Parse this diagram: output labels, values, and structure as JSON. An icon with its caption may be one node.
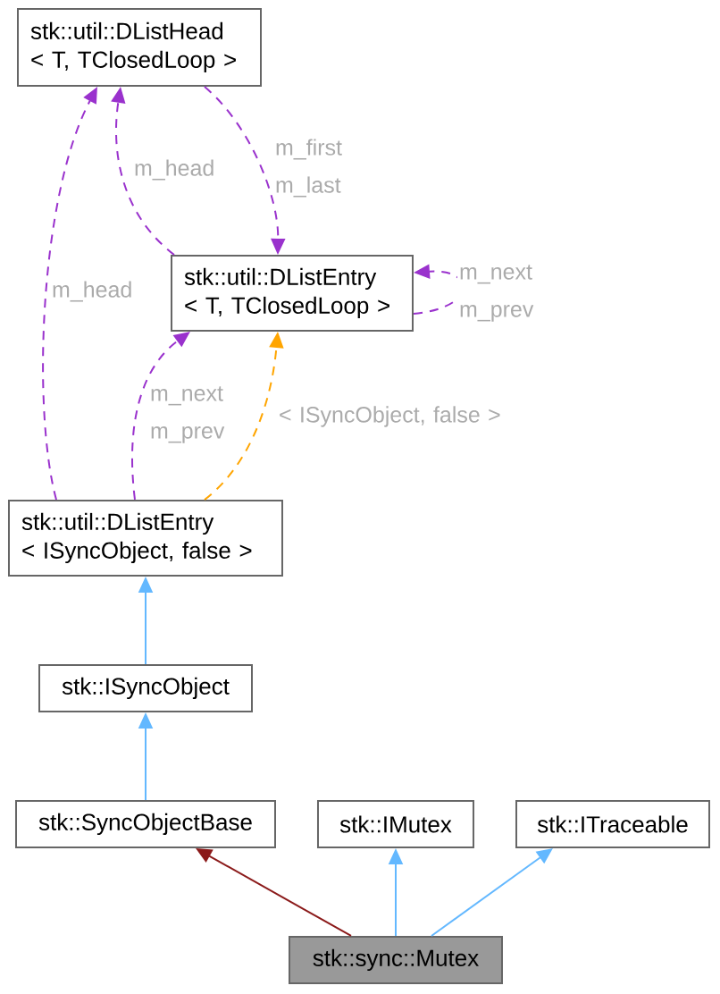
{
  "diagram": {
    "nodes": [
      {
        "text": [
          "stk::util::DListHead < T, TClosedLoop >"
        ]
      },
      {
        "text": [
          "stk::util::DListEntry < T, TClosedLoop >"
        ]
      },
      {
        "text": [
          "stk::util::DListEntry < ISyncObject, false >"
        ]
      },
      {
        "text": [
          "stk::ISyncObject"
        ]
      },
      {
        "text": [
          "stk::SyncObjectBase"
        ]
      },
      {
        "text": [
          "stk::IMutex"
        ]
      },
      {
        "text": [
          "stk::ITraceable"
        ]
      },
      {
        "text": [
          "stk::sync::Mutex"
        ]
      }
    ],
    "edges": [
      {
        "from": 1,
        "to": 0,
        "arrow": "to",
        "label": "m_head",
        "style": "dashed",
        "color": "#9a32cd"
      },
      {
        "from": 0,
        "to": 1,
        "arrow": "to",
        "label": "m_first m_last",
        "style": "dashed",
        "color": "#9a32cd"
      },
      {
        "from": 1,
        "to": 1,
        "arrow": "to",
        "label": "m_next m_prev",
        "style": "dashed",
        "color": "#9a32cd"
      },
      {
        "from": 2,
        "to": 0,
        "arrow": "to",
        "label": "m_head",
        "style": "dashed",
        "color": "#9a32cd"
      },
      {
        "from": 2,
        "to": 1,
        "arrow": "to",
        "label": "m_next m_prev",
        "style": "dashed",
        "color": "#9a32cd"
      },
      {
        "from": 2,
        "to": 1,
        "arrow": "to",
        "label": "< ISyncObject, false >",
        "style": "dashed",
        "color": "#ffa500"
      },
      {
        "from": 3,
        "to": 2,
        "arrow": "to",
        "color": "#63b8ff"
      },
      {
        "from": 4,
        "to": 3,
        "arrow": "to",
        "color": "#63b8ff"
      },
      {
        "from": 7,
        "to": 4,
        "arrow": "to",
        "color": "#8b1a1a"
      },
      {
        "from": 7,
        "to": 5,
        "arrow": "to",
        "color": "#63b8ff"
      },
      {
        "from": 7,
        "to": 6,
        "arrow": "to",
        "color": "#63b8ff"
      }
    ]
  }
}
